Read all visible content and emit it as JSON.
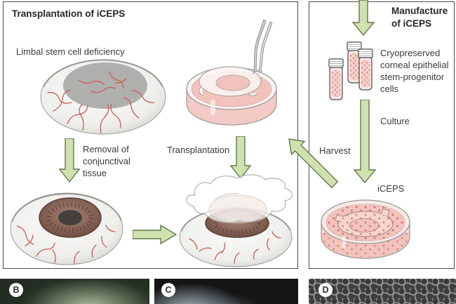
{
  "boxes": {
    "transplant": {
      "title": "Transplantation of iCEPS",
      "lscd": "Limbal stem cell deficiency",
      "removal": [
        "Removal of",
        "conjunctival",
        "tissue"
      ],
      "transplantation": "Transplantation"
    },
    "manufacture": {
      "title": [
        "Manufacture",
        "of iCEPS"
      ],
      "cryo": [
        "Cryopreserved",
        "corneal epithelial",
        "stem-progenitor",
        "cells"
      ],
      "culture": "Culture",
      "harvest": "Harvest",
      "iceps": "iCEPS"
    }
  },
  "panels": {
    "b": "B",
    "c": "C",
    "d": "D"
  },
  "colors": {
    "arrow_fill": "#cfe1af",
    "arrow_stroke": "#66764f",
    "vessel": "#c75f58",
    "box_border": "#4a4a4a",
    "text": "#3a3a38",
    "dish_medium": "#f2c3bd",
    "cell_dot": "#d4736c",
    "iris_brown": "#7c5b4e",
    "sclera_gray": "#e6e6e3"
  }
}
